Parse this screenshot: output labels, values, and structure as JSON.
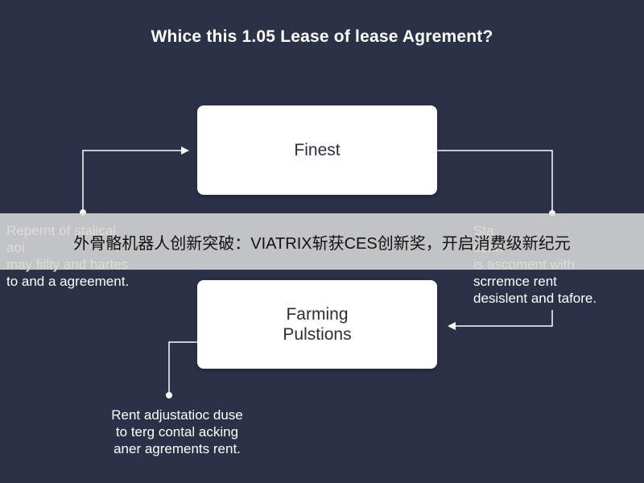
{
  "diagram": {
    "title": "Whice this 1.05 Lease of lease Agrement?",
    "box_top": "Finest",
    "box_bottom": "Farming\nPulstions",
    "note_left": "Repernt of stalical\naoi\nmay fiilty and hartes\nto and a agreement.",
    "note_right": "Sta\nconn\nis ascoment with\nscrremce rent\ndesislent and tafore.",
    "note_bottom": "Rent adjustatioc duse\nto terg contal acking\naner agrements rent."
  },
  "banner": {
    "text": "外骨骼机器人创新突破：VIATRIX斩获CES创新奖，开启消费级新纪元"
  },
  "colors": {
    "background": "#2b3147",
    "box": "#ffffff",
    "line": "#ffffff",
    "banner": "#d7d7d7"
  }
}
